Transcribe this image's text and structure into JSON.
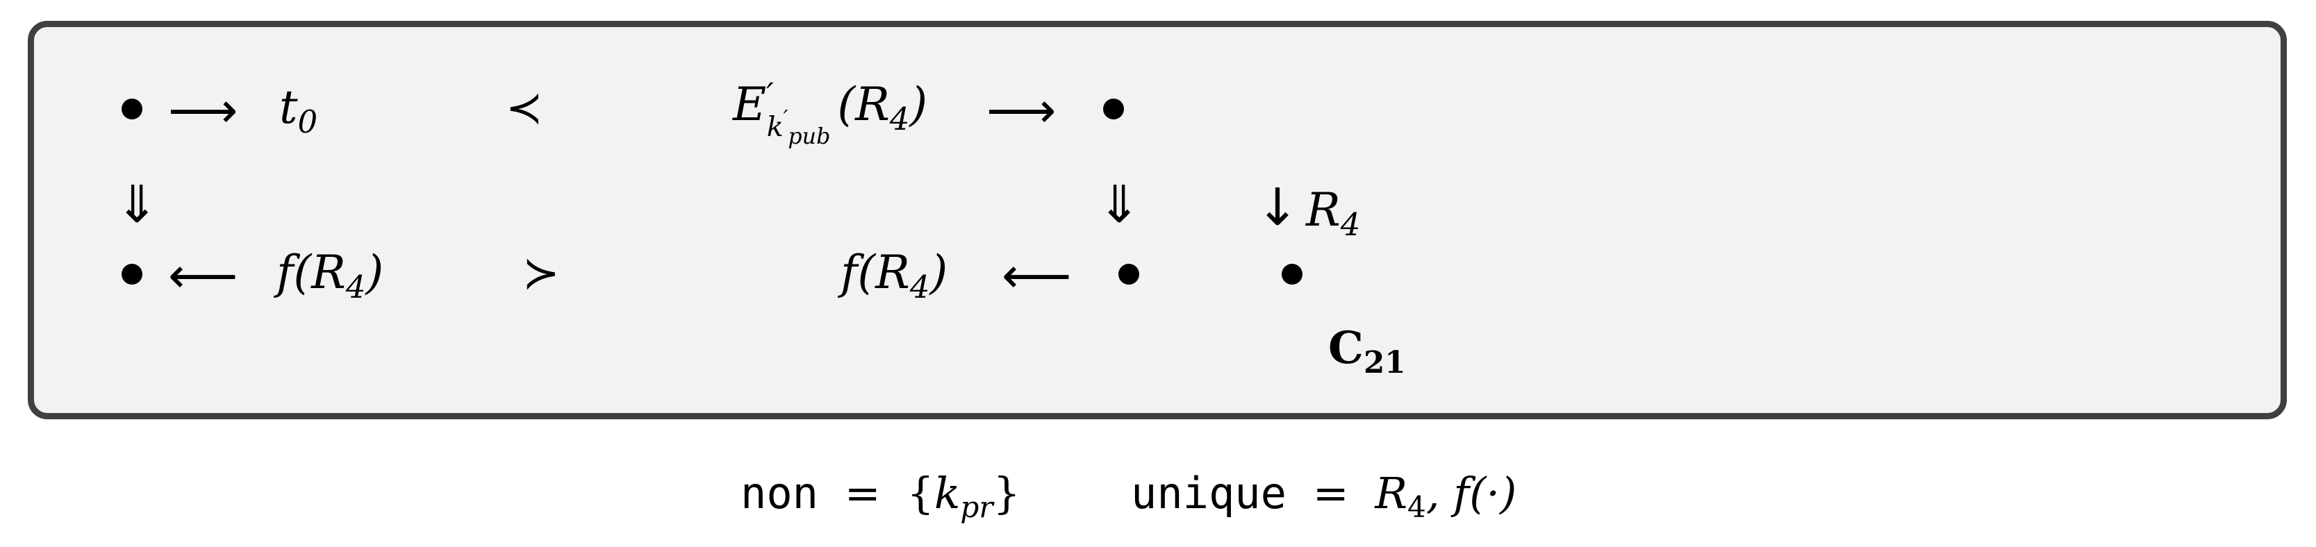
{
  "protocol": {
    "name": "C",
    "index": "21",
    "top_row": {
      "left_term": "t",
      "left_term_sub": "0",
      "order_symbol": "≺",
      "enc_symbol": "E",
      "enc_prime": "′",
      "enc_sub_key": "k",
      "enc_sub_key_prime": "′",
      "enc_sub_key_sub": "pub",
      "enc_arg": "(R",
      "enc_arg_sub": "4",
      "enc_arg_close": ")"
    },
    "vertical": {
      "left_arrow_label": "⇓",
      "middle_arrow_label": "⇓",
      "right_arrow_label": "↓",
      "right_arrow_term": "R",
      "right_arrow_term_sub": "4"
    },
    "bottom_row": {
      "left_term": "f(R",
      "left_term_sub": "4",
      "left_term_close": ")",
      "order_symbol": "≻",
      "mid_term": "f(R",
      "mid_term_sub": "4",
      "mid_term_close": ")"
    }
  },
  "footer": {
    "non_label": "non",
    "non_equals": "=",
    "non_value_open": "{",
    "non_value_k": "k",
    "non_value_sub": "pr",
    "non_value_close": "}",
    "unique_label": "unique",
    "unique_equals": "=",
    "unique_value_r": "R",
    "unique_value_r_sub": "4",
    "unique_value_rest": ", f(·)"
  }
}
